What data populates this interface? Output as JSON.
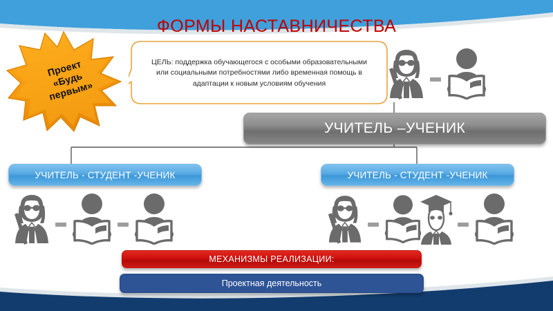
{
  "slide": {
    "title": "ФОРМЫ НАСТАВНИЧЕСТВА",
    "title_color": "#C00000",
    "background": "#ffffff"
  },
  "badge": {
    "line1": "Проект",
    "line2": "«Будь",
    "line3": "первым»",
    "shape": "gear-star",
    "color": "#F7A81B"
  },
  "callout": {
    "text": "ЦЕЛЬ: поддержка обучающегося с особыми образовательными или социальными потребностями либо временная помощь в адаптации к новым условиям обучения",
    "border_color": "#E8A33D"
  },
  "hierarchy": {
    "root": {
      "label": "УЧИТЕЛЬ –УЧЕНИК",
      "color": "#7f7f7f"
    },
    "children": [
      {
        "label": "УЧИТЕЛЬ - СТУДЕНТ -УЧЕНИК",
        "color": "#4f9fd8"
      },
      {
        "label": "УЧИТЕЛЬ - СТУДЕНТ -УЧЕНИК",
        "color": "#4f9fd8"
      }
    ]
  },
  "mechanisms": {
    "heading": "МЕХАНИЗМЫ РЕАЛИЗАЦИИ:",
    "heading_color": "#C00000",
    "item": "Проектная деятельность",
    "item_color": "#2E5496"
  },
  "figures": {
    "top_pair": [
      "teacher-icon",
      "dash-icon",
      "reader-icon"
    ],
    "left_triple": [
      "teacher-icon",
      "dash-icon",
      "reader-icon",
      "dash-icon",
      "reader-icon"
    ],
    "right_quad": [
      "teacher-icon",
      "dash-icon",
      "reader-icon",
      "graduate-icon",
      "dash-icon",
      "reader-icon"
    ],
    "color": "#6b6b6b"
  },
  "frame": {
    "top_band_color": "#3FA0DC",
    "bottom_band_color": "#123C6E"
  }
}
